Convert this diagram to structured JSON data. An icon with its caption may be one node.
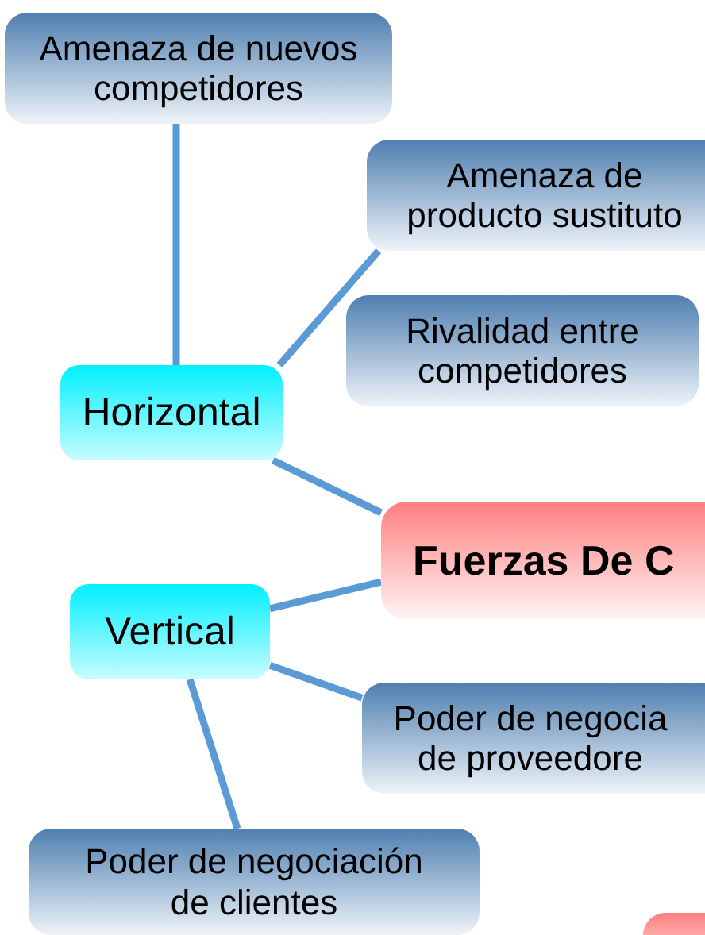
{
  "diagram": {
    "nodes": [
      {
        "text": [
          "Amenaza de nuevos competidores"
        ]
      },
      {
        "text": [
          "Amenaza de producto sustituto"
        ]
      },
      {
        "text": [
          "Rivalidad entre competidores"
        ]
      },
      {
        "text": [
          "Horizontal"
        ]
      },
      {
        "text": [
          "Fuerzas De C"
        ]
      },
      {
        "text": [
          "Vertical"
        ]
      },
      {
        "text": [
          "Poder de negocia de proveedore"
        ]
      },
      {
        "text": [
          "Poder de negociación de clientes"
        ]
      },
      {
        "text": [],
        "shape": "box"
      }
    ],
    "edges": [
      {
        "from": 3,
        "to": 0,
        "arrow": "none"
      },
      {
        "from": 3,
        "to": 1,
        "arrow": "none"
      },
      {
        "from": 3,
        "to": 4,
        "arrow": "none"
      },
      {
        "from": 5,
        "to": 4,
        "arrow": "none"
      },
      {
        "from": 5,
        "to": 6,
        "arrow": "none"
      },
      {
        "from": 5,
        "to": 7,
        "arrow": "none"
      }
    ]
  }
}
